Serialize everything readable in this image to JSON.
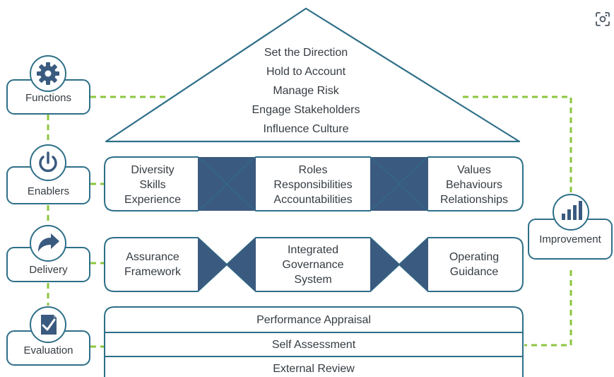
{
  "roof": {
    "lines": [
      "Set the Direction",
      "Hold to Account",
      "Manage Risk",
      "Engage Stakeholders",
      "Influence Culture"
    ]
  },
  "stages": [
    {
      "label": "Functions",
      "icon": "gear-icon"
    },
    {
      "label": "Enablers",
      "icon": "power-icon"
    },
    {
      "label": "Delivery",
      "icon": "share-arrow-icon"
    },
    {
      "label": "Evaluation",
      "icon": "checklist-icon"
    }
  ],
  "enablers_row": {
    "left": [
      "Diversity",
      "Skills",
      "Experience"
    ],
    "middle": [
      "Roles",
      "Responsibilities",
      "Accountabilities"
    ],
    "right": [
      "Values",
      "Behaviours",
      "Relationships"
    ]
  },
  "delivery_row": {
    "left": [
      "Assurance",
      "Framework"
    ],
    "middle": [
      "Integrated",
      "Governance",
      "System"
    ],
    "right": [
      "Operating",
      "Guidance"
    ]
  },
  "evaluation_rows": [
    "Performance Appraisal",
    "Self Assessment",
    "External Review"
  ],
  "improvement": {
    "label": "Improvement",
    "icon": "bar-chart-icon"
  },
  "colors": {
    "outline": "#2e6f88",
    "navy": "#3b5a7f",
    "dashed_green": "#8cc63f"
  },
  "toolbar": {
    "lens_icon": "lens-scan-icon"
  }
}
